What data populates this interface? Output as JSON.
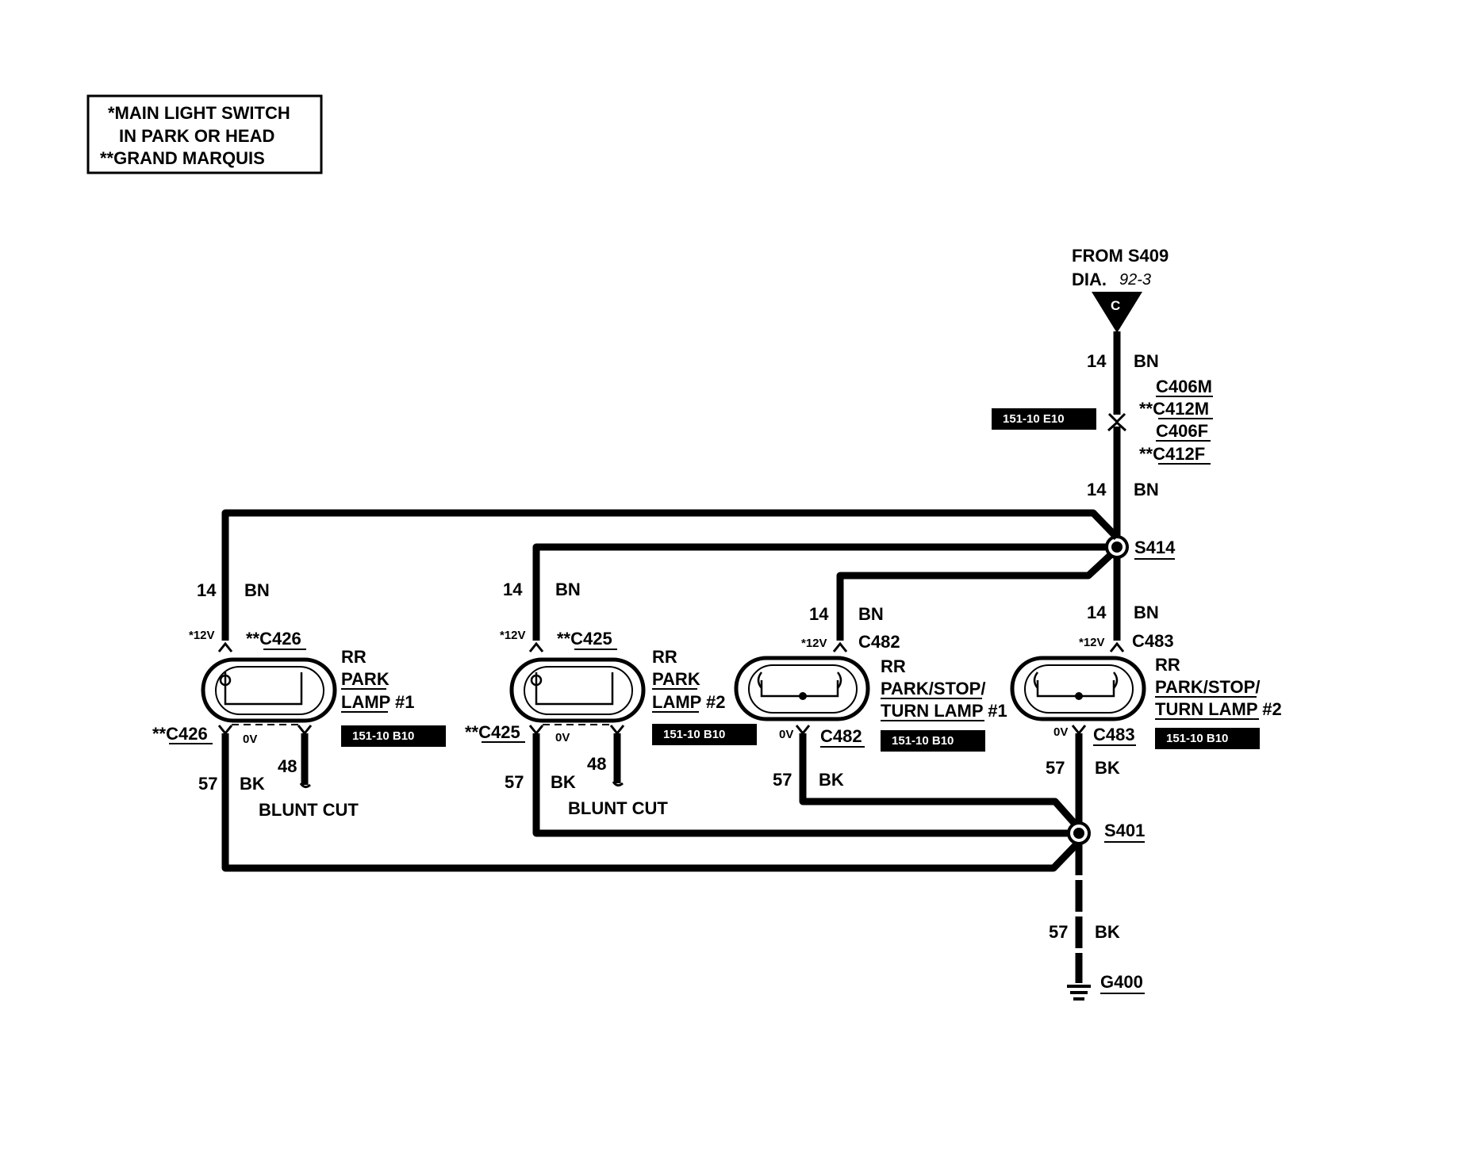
{
  "legend": {
    "line1": "*MAIN LIGHT SWITCH",
    "line2": "IN PARK OR HEAD",
    "line3": "**GRAND MARQUIS"
  },
  "source": {
    "from": "FROM S409",
    "dia": "DIA.",
    "dia_ref": "92-3",
    "connector_letter": "C"
  },
  "feed": {
    "circuit": "14",
    "color": "BN",
    "circuit2": "14",
    "color2": "BN",
    "ref_box": "151-10 E10",
    "connectors": [
      "C406M",
      "**C412M",
      "C406F",
      "**C412F"
    ]
  },
  "splice_top": "S414",
  "splice_bottom": "S401",
  "ground": {
    "circuit": "57",
    "color": "BK",
    "id": "G400"
  },
  "lamps": [
    {
      "circuit": "14",
      "color": "BN",
      "voltage": "*12V",
      "connector_top": "**C426",
      "name1": "RR",
      "name2": "PARK",
      "name3": "LAMP #1",
      "connector_bottom": "**C426",
      "zero_v": "0V",
      "gnd_circuit": "57",
      "gnd_color": "BK",
      "stub_circuit": "48",
      "stub_note": "BLUNT CUT",
      "ref_box": "151-10 B10"
    },
    {
      "circuit": "14",
      "color": "BN",
      "voltage": "*12V",
      "connector_top": "**C425",
      "name1": "RR",
      "name2": "PARK",
      "name3": "LAMP #2",
      "connector_bottom": "**C425",
      "zero_v": "0V",
      "gnd_circuit": "57",
      "gnd_color": "BK",
      "stub_circuit": "48",
      "stub_note": "BLUNT CUT",
      "ref_box": "151-10 B10"
    },
    {
      "circuit": "14",
      "color": "BN",
      "voltage": "*12V",
      "connector_top": "C482",
      "name1": "RR",
      "name2": "PARK/STOP/",
      "name3": "TURN LAMP #1",
      "connector_bottom": "C482",
      "zero_v": "0V",
      "gnd_circuit": "57",
      "gnd_color": "BK",
      "ref_box": "151-10 B10"
    },
    {
      "circuit": "14",
      "color": "BN",
      "voltage": "*12V",
      "connector_top": "C483",
      "name1": "RR",
      "name2": "PARK/STOP/",
      "name3": "TURN LAMP #2",
      "connector_bottom": "C483",
      "zero_v": "0V",
      "gnd_circuit": "57",
      "gnd_color": "BK",
      "ref_box": "151-10 B10"
    }
  ]
}
